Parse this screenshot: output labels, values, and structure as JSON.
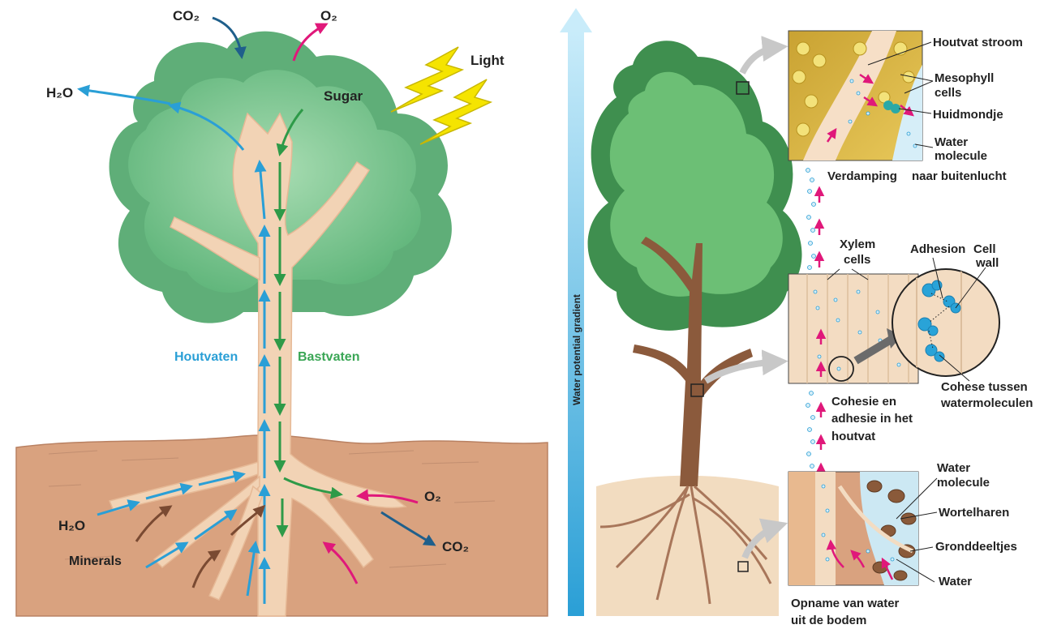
{
  "left_panel": {
    "labels": {
      "co2_top": "CO₂",
      "o2_top": "O₂",
      "light": "Light",
      "h2o_top": "H₂O",
      "sugar": "Sugar",
      "xylem": "Houtvaten",
      "phloem": "Bastvaten",
      "h2o_root": "H₂O",
      "minerals": "Minerals",
      "o2_root": "O₂",
      "co2_root": "CO₂"
    }
  },
  "gradient_bar": {
    "label": "Water potential gradient"
  },
  "right_panel": {
    "leaf_box": {
      "houtvat_stroom": "Houtvat stroom",
      "mesophyll_1": "Mesophyll",
      "mesophyll_2": "cells",
      "huidmondje": "Huidmondje",
      "water_1": "Water",
      "water_2": "molecule",
      "verdamping": "Verdamping",
      "naar_buitenlucht": "naar buitenlucht"
    },
    "stem_box": {
      "xylem_1": "Xylem",
      "xylem_2": "cells",
      "adhesion": "Adhesion",
      "cell_1": "Cell",
      "cell_2": "wall",
      "cohese_1": "Cohese tussen",
      "cohese_2": "watermoleculen",
      "cohesie_1": "Cohesie en",
      "cohesie_2": "adhesie in het",
      "cohesie_3": "houtvat"
    },
    "root_box": {
      "water_1": "Water",
      "water_2": "molecule",
      "wortelharen": "Wortelharen",
      "gronddeeltjes": "Gronddeeltjes",
      "water": "Water",
      "opname_1": "Opname van water",
      "opname_2": "uit de bodem"
    }
  },
  "colors": {
    "xylem_arrow": "#2a9fd6",
    "phloem_arrow": "#2e9a48",
    "oxygen_arrow": "#e0187a",
    "co2_arrow": "#1f5f8b",
    "mineral_arrow": "#7a4a32",
    "soil": "#d9a27f",
    "trunk": "#f2d3b5",
    "foliage": "#7cc48f",
    "light": "#f5e400"
  }
}
